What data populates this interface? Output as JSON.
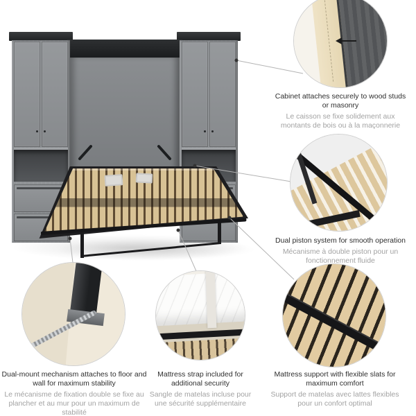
{
  "callouts": {
    "cabinet_attachment": {
      "title": "Cabinet attaches securely to wood studs or masonry",
      "subtitle": "Le caisson se fixe solidement aux montants de bois ou à la maçonnerie"
    },
    "dual_piston": {
      "title": "Dual piston system for smooth operation",
      "subtitle": "Mécanisme à double piston pour un fonctionnement fluide"
    },
    "dual_mount": {
      "title": "Dual-mount mechanism attaches to floor and wall for maximum stability",
      "subtitle": "Le mécanisme de fixation double se fixe au plancher et au mur pour un maximum de stabilité"
    },
    "mattress_strap": {
      "title": "Mattress strap included for additional security",
      "subtitle": "Sangle de matelas incluse pour une sécurité supplémentaire"
    },
    "mattress_support": {
      "title": "Mattress support with flexible slats for maximum comfort",
      "subtitle": "Support de matelas avec lattes flexibles pour un confort optimal"
    }
  },
  "colors": {
    "cabinet_gray": "#8e9194",
    "metal_black": "#1e1e20",
    "slat_wood": "#d8c295",
    "title_text": "#2e2e2e",
    "subtitle_text": "#a2a2a2",
    "connector_line": "#b3b3b3"
  }
}
